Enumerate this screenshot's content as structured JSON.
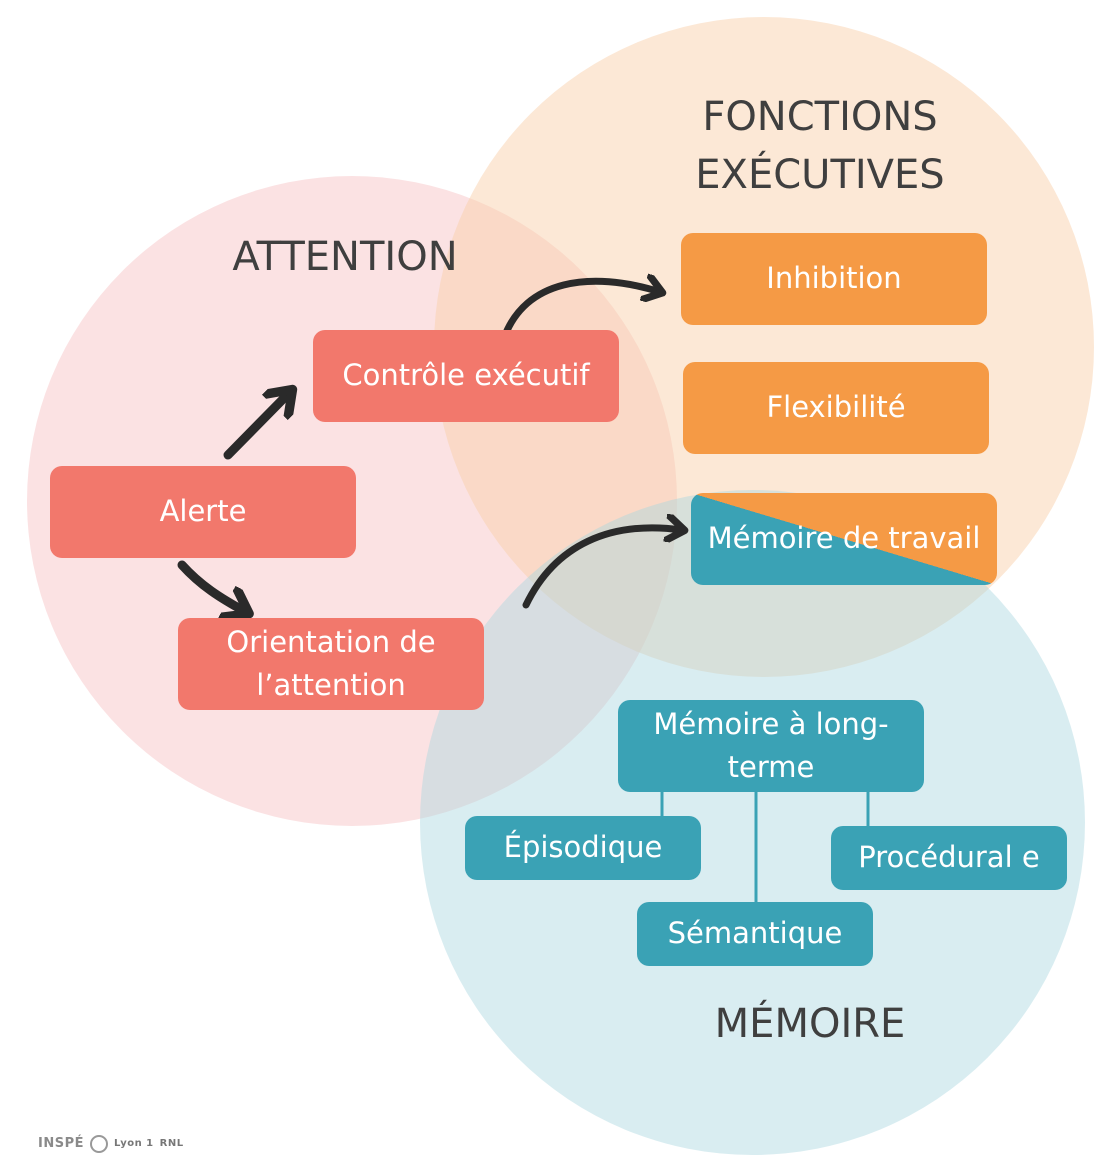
{
  "headings": {
    "attention": "ATTENTION",
    "fonctions_executives": "FONCTIONS EXÉCUTIVES",
    "memoire": "MÉMOIRE"
  },
  "boxes": {
    "alerte": "Alerte",
    "controle_executif": "Contrôle exécutif",
    "orientation": "Orientation de l’attention",
    "inhibition": "Inhibition",
    "flexibilite": "Flexibilité",
    "memoire_de_travail": "Mémoire de travail",
    "memoire_long_terme": "Mémoire à long-terme",
    "episodique": "Épisodique",
    "semantique": "Sémantique",
    "procedurale": "Procédural e"
  },
  "logo": {
    "inspe": "INSPÉ",
    "lyon": "Lyon 1",
    "rnl": "RNL"
  },
  "colors": {
    "attention_circle": "#f8c8ca",
    "fe_circle": "#f8ceaa",
    "memoire_circle": "#a8d6e0",
    "attention_box": "#f2786c",
    "fe_box": "#f59a45",
    "memoire_box": "#3aa2b5",
    "arrow": "#2a2a2a"
  }
}
